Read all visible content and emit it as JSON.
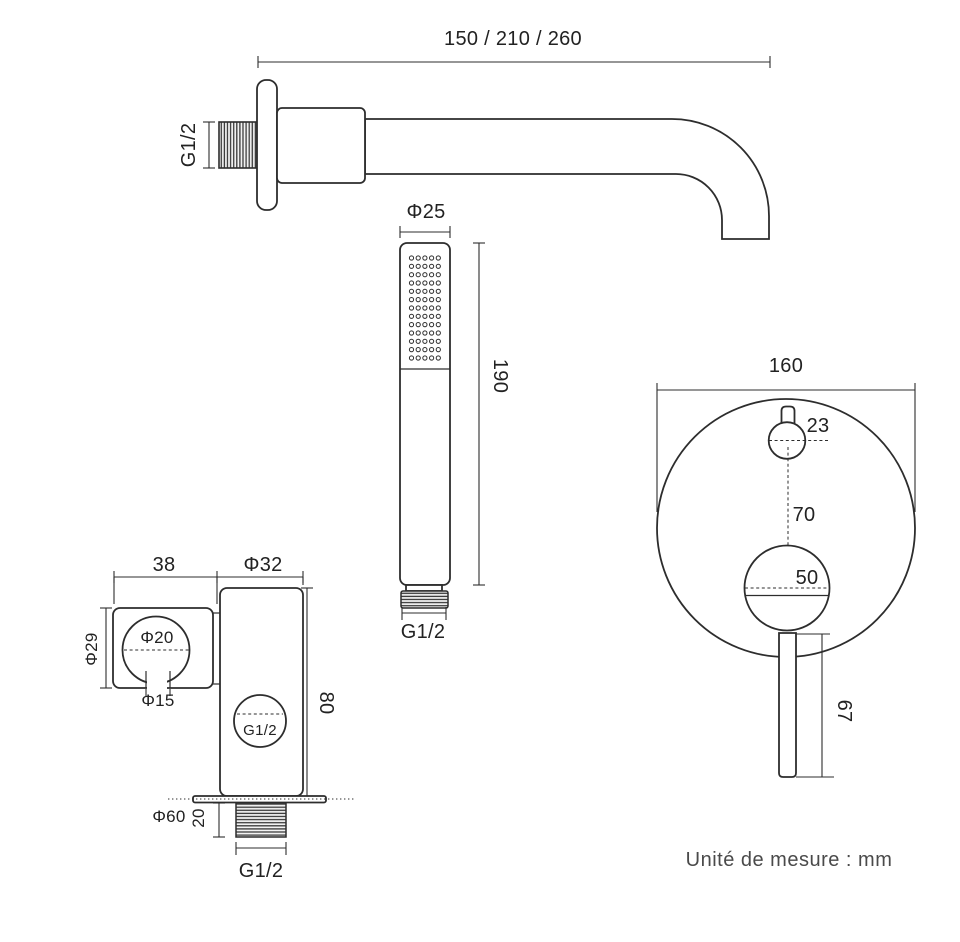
{
  "drawing": {
    "unit_note": "Unité de mesure : mm",
    "spout": {
      "length_options": "150 / 210 / 260",
      "inlet_thread": "G1/2"
    },
    "hand_shower": {
      "head_diameter": "Φ25",
      "length": "190",
      "connector_thread": "G1/2"
    },
    "mixer_plate": {
      "plate_diameter": "160",
      "diverter_knob_diameter": "23",
      "center_distance": "70",
      "handle_base_diameter": "50",
      "lever_length": "67"
    },
    "wall_outlet": {
      "bracket_depth": "38",
      "body_diameter": "Φ32",
      "bracket_ring_outer": "Φ29",
      "bracket_ring_inner": "Φ20",
      "slot_width": "Φ15",
      "body_height": "80",
      "flange_diameter": "Φ60",
      "thread_length": "20",
      "side_port_thread": "G1/2",
      "bottom_thread": "G1/2"
    }
  }
}
